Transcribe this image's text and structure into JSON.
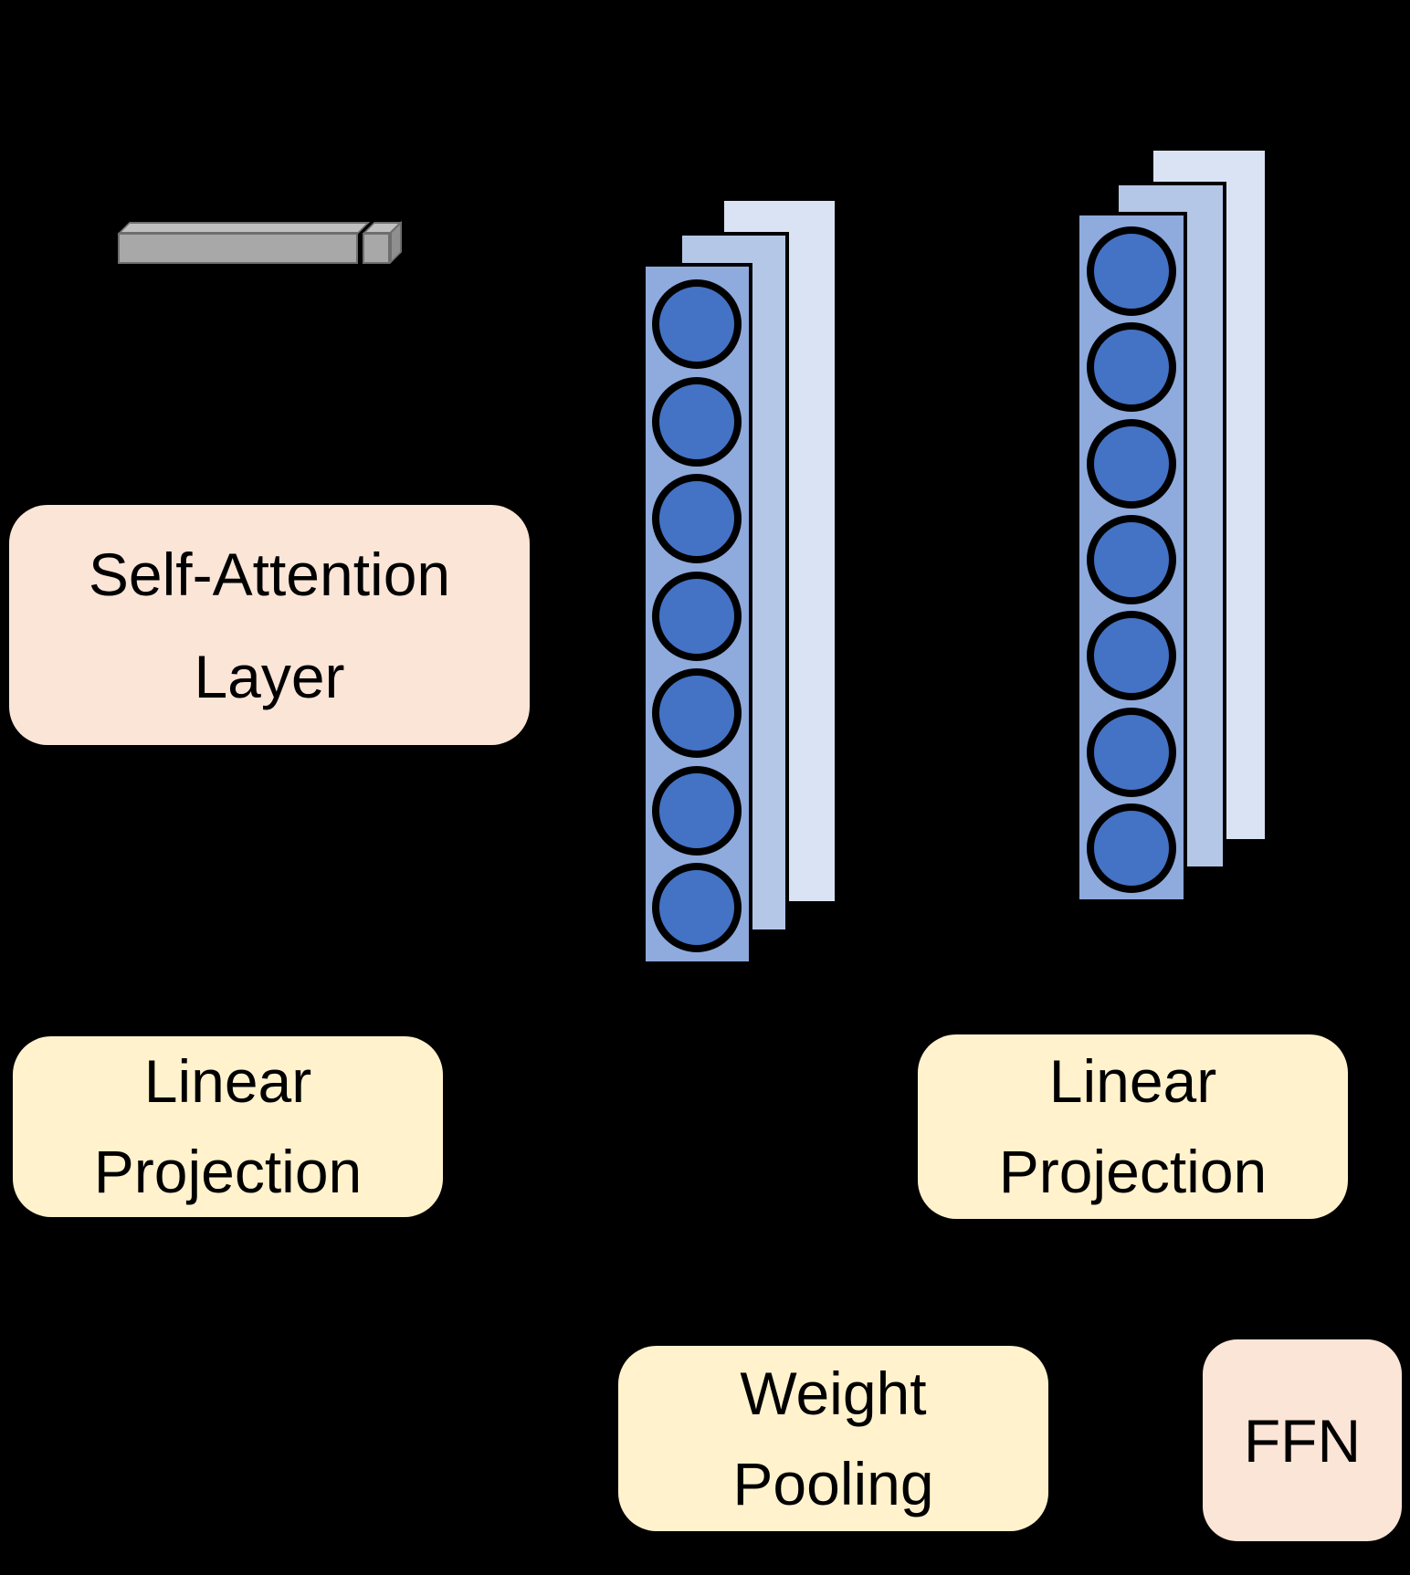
{
  "background": "#000000",
  "token_bar": {
    "name": "token-embedding-bar",
    "front_color": "#a8a8a8",
    "top_color": "#c0c0c0",
    "side_color": "#8f8f8f",
    "border_color": "#6e6e6e"
  },
  "boxes": {
    "self_attention": {
      "lines": [
        "Self-Attention",
        "Layer"
      ],
      "fill": "#fbe5d6",
      "text_color": "#000000"
    },
    "linear_projection_left": {
      "lines": [
        "Linear",
        "Projection"
      ],
      "fill": "#fff2cc",
      "text_color": "#000000"
    },
    "linear_projection_right": {
      "lines": [
        "Linear",
        "Projection"
      ],
      "fill": "#fff2cc",
      "text_color": "#000000"
    },
    "weight_pooling": {
      "lines": [
        "Weight",
        "Pooling"
      ],
      "fill": "#fff2cc",
      "text_color": "#000000"
    },
    "ffn": {
      "lines": [
        "FFN"
      ],
      "fill": "#fbe5d6",
      "text_color": "#000000"
    }
  },
  "stacks": [
    {
      "name": "token-vectors-stack",
      "num_layers": 3,
      "num_circles": 7,
      "layer_fills": [
        "#dae3f3",
        "#b4c7e7",
        "#8faadc"
      ],
      "circle_fill": "#4472c4",
      "circle_border": "#000000"
    },
    {
      "name": "pooled-vectors-stack",
      "num_layers": 3,
      "num_circles": 7,
      "layer_fills": [
        "#dae3f3",
        "#b4c7e7",
        "#8faadc"
      ],
      "circle_fill": "#4472c4",
      "circle_border": "#000000"
    }
  ]
}
